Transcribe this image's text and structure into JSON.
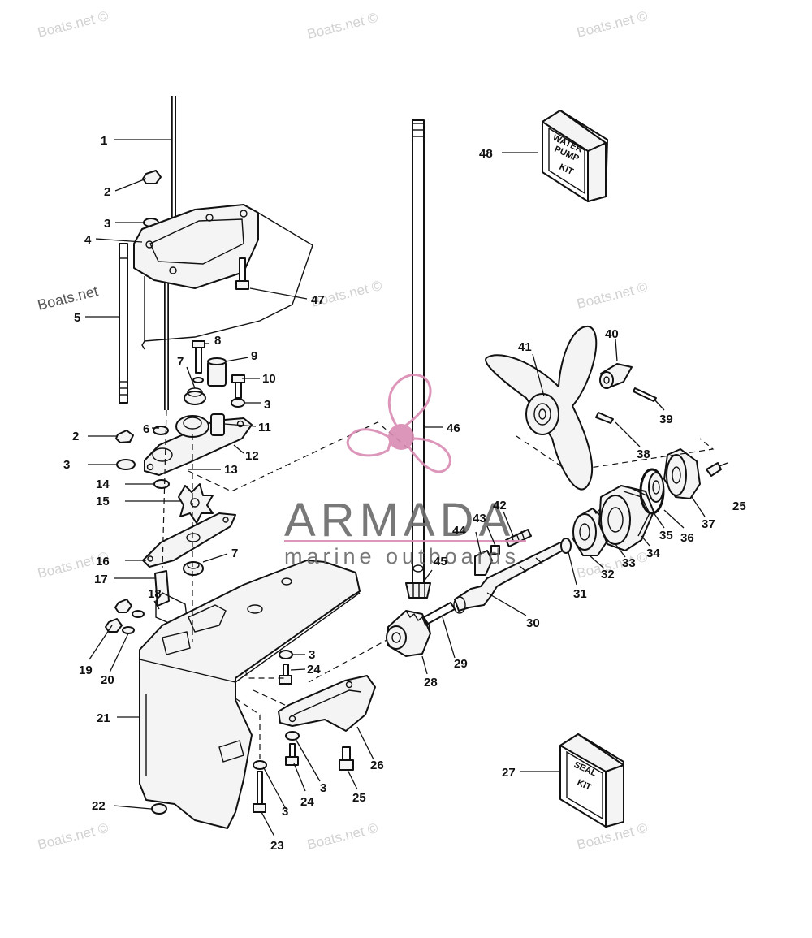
{
  "watermark": {
    "text": "Boats.net ©",
    "bold_text": "Boats.net"
  },
  "brand": {
    "name": "ARMADA",
    "tagline": "marine outboards",
    "accent_color": "#d98bb3",
    "text_color": "#6a6a6a"
  },
  "kits": {
    "water_pump": {
      "line1": "WATER",
      "line2": "PUMP",
      "line3": "KIT"
    },
    "seal": {
      "line1": "SEAL",
      "line2": "KIT"
    }
  },
  "callouts": {
    "c1": "1",
    "c2a": "2",
    "c2b": "2",
    "c3a": "3",
    "c3b": "3",
    "c3c": "3",
    "c3d": "3",
    "c3e": "3",
    "c3f": "3",
    "c4": "4",
    "c5": "5",
    "c6": "6",
    "c7a": "7",
    "c7b": "7",
    "c8": "8",
    "c9": "9",
    "c10": "10",
    "c11": "11",
    "c12": "12",
    "c13": "13",
    "c14": "14",
    "c15": "15",
    "c16": "16",
    "c17": "17",
    "c18": "18",
    "c19": "19",
    "c20": "20",
    "c21": "21",
    "c22": "22",
    "c23": "23",
    "c24a": "24",
    "c24b": "24",
    "c25a": "25",
    "c25b": "25",
    "c26": "26",
    "c27": "27",
    "c28": "28",
    "c29": "29",
    "c30": "30",
    "c31": "31",
    "c32": "32",
    "c33": "33",
    "c34": "34",
    "c35": "35",
    "c36": "36",
    "c37": "37",
    "c38": "38",
    "c39": "39",
    "c40": "40",
    "c41": "41",
    "c42": "42",
    "c43": "43",
    "c44": "44",
    "c45": "45",
    "c46": "46",
    "c47": "47",
    "c48": "48"
  }
}
